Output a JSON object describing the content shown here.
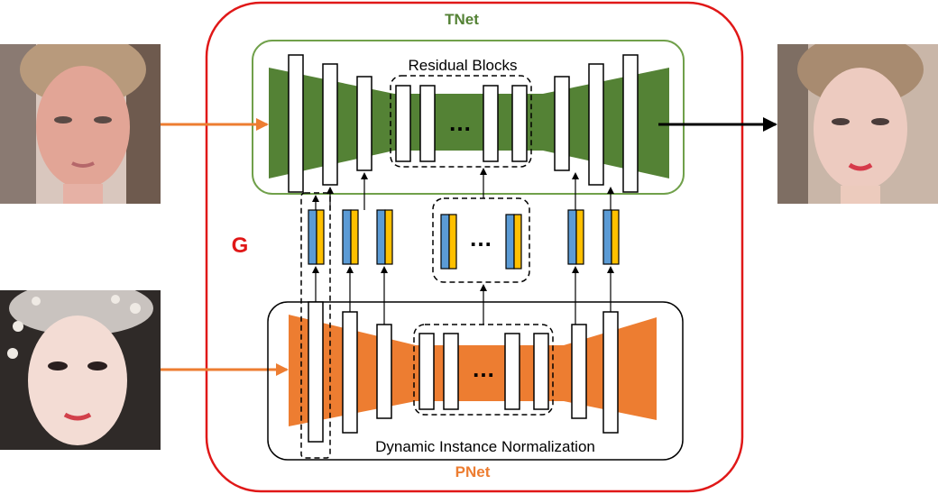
{
  "labels": {
    "tnet": "TNet",
    "pnet": "PNet",
    "g": "G",
    "residual_blocks": "Residual Blocks",
    "dynamic_instance_norm": "Dynamic Instance Normalization",
    "ellipsis": "…"
  },
  "colors": {
    "generator_border": "#e01818",
    "tnet_fill": "#548235",
    "tnet_border": "#70a04a",
    "pnet_fill": "#ed7d31",
    "tnet_label": "#548235",
    "pnet_label": "#ed7d31",
    "g_label": "#e01818",
    "norm_blue": "#5b9bd5",
    "norm_yellow": "#ffc000",
    "input_arrow": "#ed7d31",
    "output_arrow": "#000000"
  },
  "images": {
    "source_face": "photo of a woman's face without makeup",
    "reference_face": "photo of a made-up woman's face with pearl headdress",
    "result_face": "photo of the source face with transferred makeup"
  }
}
